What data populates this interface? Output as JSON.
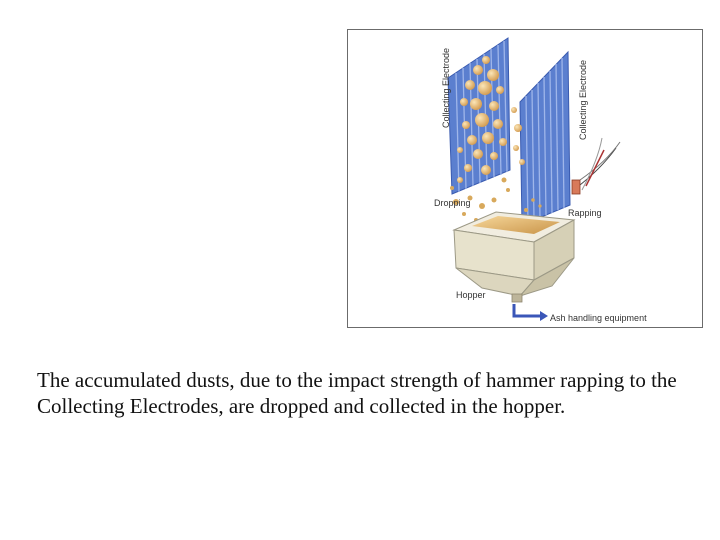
{
  "diagram": {
    "labels": {
      "left_electrode": "Collecting Electrode",
      "right_electrode": "Collecting Electrode",
      "dropping": "Dropping",
      "rapping": "Rapping",
      "hopper": "Hopper",
      "ash": "Ash handling equipment"
    },
    "colors": {
      "electrode": "#5b7fcf",
      "electrode_stripe": "#3a5bb0",
      "dust": "#e2b56a",
      "hopper": "#e5e1cf",
      "arrow": "#3a56b8"
    }
  },
  "caption": "The accumulated dusts, due to the impact strength of hammer rapping to the Collecting Electrodes, are dropped and collected in the hopper."
}
